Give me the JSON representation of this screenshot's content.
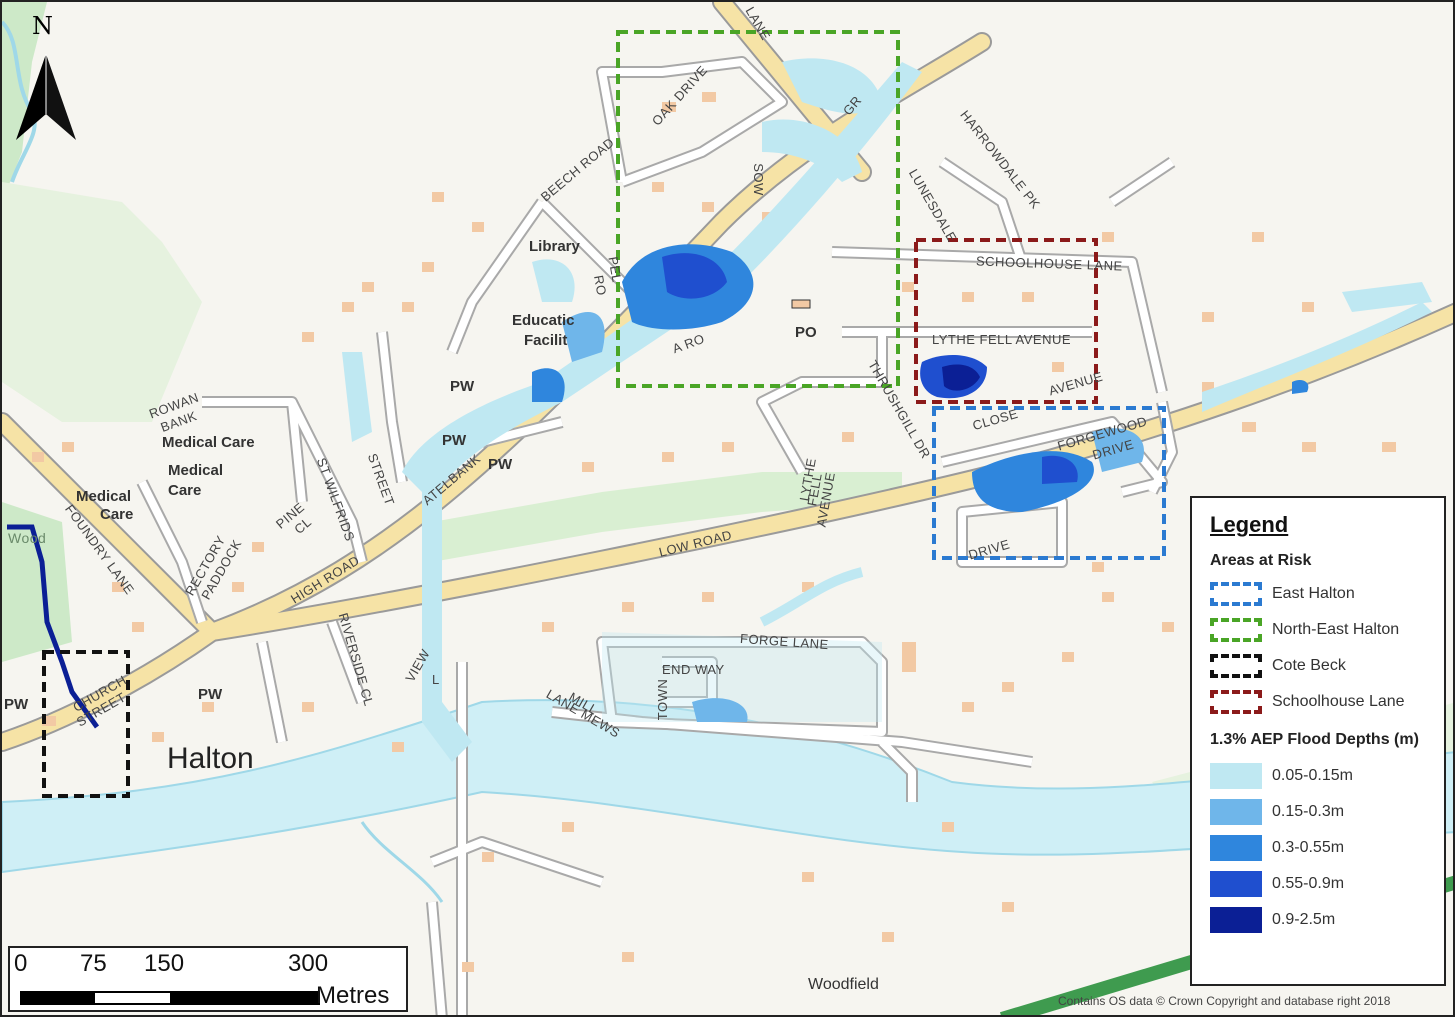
{
  "legend": {
    "title": "Legend",
    "areas_heading": "Areas at Risk",
    "areas": [
      {
        "label": "East Halton",
        "color": "#2b7ad1"
      },
      {
        "label": "North-East Halton",
        "color": "#4aa526"
      },
      {
        "label": "Cote Beck",
        "color": "#111111"
      },
      {
        "label": "Schoolhouse Lane",
        "color": "#8b1a1a"
      }
    ],
    "depth_heading": "1.3% AEP Flood Depths (m)",
    "depths": [
      {
        "label": "0.05-0.15m",
        "color": "#bfe8f2"
      },
      {
        "label": "0.15-0.3m",
        "color": "#6fb6ea"
      },
      {
        "label": "0.3-0.55m",
        "color": "#2f86dd"
      },
      {
        "label": "0.55-0.9m",
        "color": "#1f4fcf"
      },
      {
        "label": "0.9-2.5m",
        "color": "#0b1f95"
      }
    ]
  },
  "north_label": "N",
  "scalebar": {
    "ticks": [
      "0",
      "75",
      "150",
      "300"
    ],
    "unit": "Metres"
  },
  "copyright": "Contains OS data © Crown Copyright and database right 2018",
  "labels": {
    "halton": "Halton",
    "woodfield": "Woodfield",
    "library": "Library",
    "educational": "Educatic",
    "facility": "Facilit",
    "po": "PO",
    "pw1": "PW",
    "pw2": "PW",
    "pw3": "PW",
    "pw4": "PW",
    "pw5": "PW",
    "medical1": "Medical Care",
    "medical2": "Medical",
    "medical2b": "Care",
    "medical3": "Medical",
    "medical3b": "Care",
    "wood": "Wood",
    "rowan": "ROWAN",
    "rowanb": "BANK",
    "oak_drive": "OAK DRIVE",
    "beech_road": "BEECH ROAD",
    "lane_top": "LANE",
    "gr": "GR",
    "harrowdale": "HARROWDALE PK",
    "lunesdale": "LUNESDALE",
    "schoolhouse": "SCHOOLHOUSE LANE",
    "lythe_fell": "LYTHE FELL AVENUE",
    "thrushgill": "THRUSHGILL DR",
    "forgewood": "FORGEWOOD",
    "drive1": "DRIVE",
    "drive2": "DRIVE",
    "low_road": "LOW ROAD",
    "high_road": "HIGH ROAD",
    "forge_lane": "FORGE LANE",
    "end_way": "END WAY",
    "mill_lane": "LANE MEWS",
    "mill": "MILL",
    "riverside": "RIVERSIDE CL",
    "foundry": "FOUNDRY LANE",
    "rectory": "RECTORY",
    "paddock": "PADDOCK",
    "pine": "PINE",
    "cl": "CL",
    "st_wilfrids": "ST WILFRIDS",
    "street": "STREET",
    "church": "CHURCH",
    "street2": "STREET",
    "lythe": "LYTHE",
    "fell": "FELL",
    "avenue": "AVENUE",
    "close": "CLOSE",
    "avenue2": "AVENUE",
    "view": "VIEW",
    "pl": "L",
    "pel": "PEL",
    "arcade": "A RO",
    "town": "TOWN",
    "ro": "RO",
    "bank": "ATELBANK",
    "grove": "SOW"
  }
}
